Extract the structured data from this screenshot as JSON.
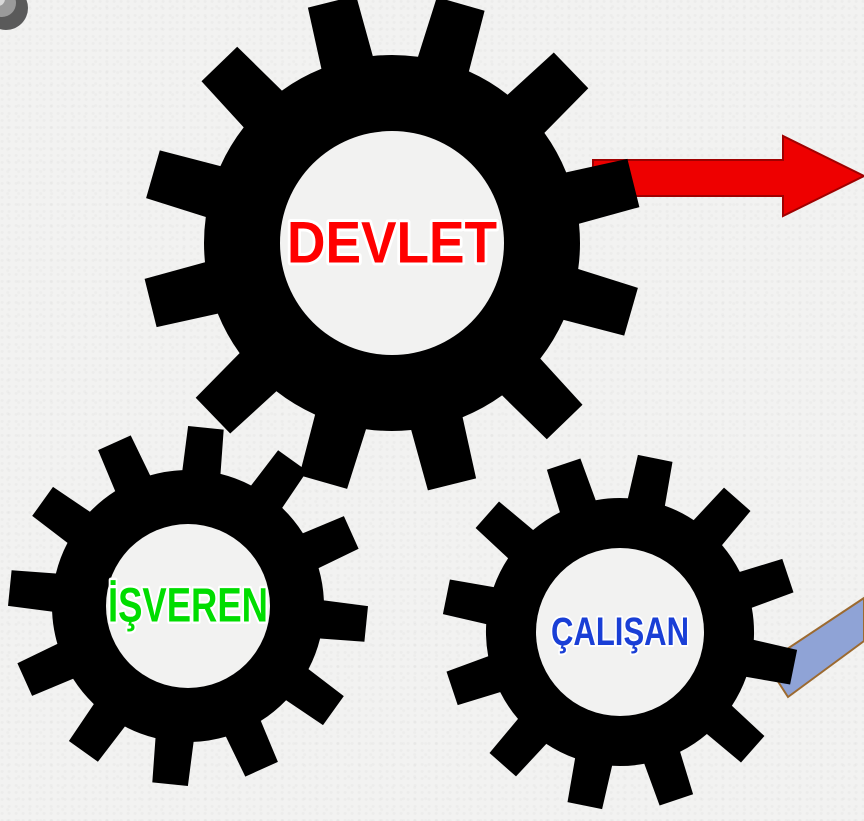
{
  "gears": [
    {
      "id": "devlet",
      "label": "DEVLET",
      "fill": "#ff0000",
      "stroke": "#ffffff"
    },
    {
      "id": "isveren",
      "label": "İŞVEREN",
      "fill": "#00dd00",
      "stroke": "#ffffff"
    },
    {
      "id": "calisan",
      "label": "ÇALIŞAN",
      "fill": "#1a3fd6",
      "stroke": "#ffffff"
    }
  ],
  "colors": {
    "gear": "#000000",
    "hole": "#f2f2f1",
    "arrow": "#ee0000",
    "arrow_border": "#a00000",
    "bar": "#8fa3d6",
    "bar_border": "#9c6a30"
  },
  "decor": {
    "corner_icon": "pushpin-icon"
  }
}
